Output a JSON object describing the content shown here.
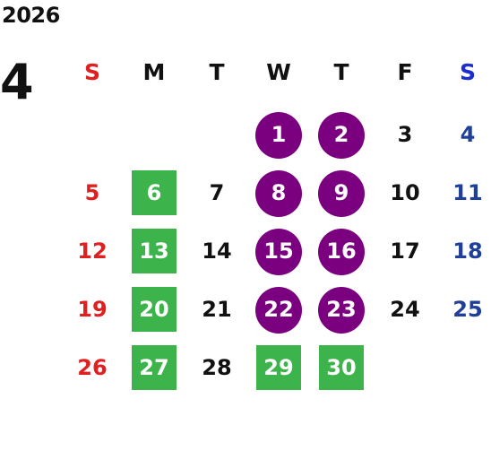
{
  "header": {
    "year": "2026",
    "month": "4"
  },
  "weekdays": [
    "S",
    "M",
    "T",
    "W",
    "T",
    "F",
    "S"
  ],
  "colors": {
    "sunday": "#e02020",
    "saturday": "#1f3f9a",
    "saturday_header": "#1a2fd0",
    "default": "#111111",
    "circle": "#7a0080",
    "square": "#3cb44b"
  },
  "weeks": [
    [
      {
        "d": ""
      },
      {
        "d": ""
      },
      {
        "d": ""
      },
      {
        "d": "1",
        "mark": "circle"
      },
      {
        "d": "2",
        "mark": "circle"
      },
      {
        "d": "3"
      },
      {
        "d": "4"
      }
    ],
    [
      {
        "d": "5"
      },
      {
        "d": "6",
        "mark": "square"
      },
      {
        "d": "7"
      },
      {
        "d": "8",
        "mark": "circle"
      },
      {
        "d": "9",
        "mark": "circle"
      },
      {
        "d": "10"
      },
      {
        "d": "11"
      }
    ],
    [
      {
        "d": "12"
      },
      {
        "d": "13",
        "mark": "square"
      },
      {
        "d": "14"
      },
      {
        "d": "15",
        "mark": "circle"
      },
      {
        "d": "16",
        "mark": "circle"
      },
      {
        "d": "17"
      },
      {
        "d": "18"
      }
    ],
    [
      {
        "d": "19"
      },
      {
        "d": "20",
        "mark": "square"
      },
      {
        "d": "21"
      },
      {
        "d": "22",
        "mark": "circle"
      },
      {
        "d": "23",
        "mark": "circle"
      },
      {
        "d": "24"
      },
      {
        "d": "25"
      }
    ],
    [
      {
        "d": "26"
      },
      {
        "d": "27",
        "mark": "square"
      },
      {
        "d": "28"
      },
      {
        "d": "29",
        "mark": "square"
      },
      {
        "d": "30",
        "mark": "square"
      },
      {
        "d": ""
      },
      {
        "d": ""
      }
    ]
  ]
}
